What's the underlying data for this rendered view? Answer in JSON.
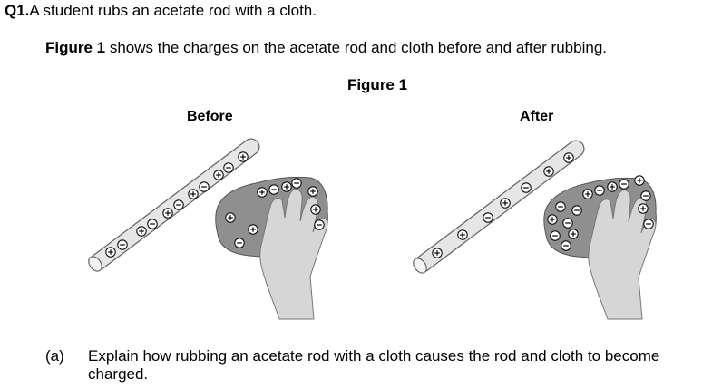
{
  "question": {
    "number": "Q1.",
    "text": "A student rubs an acetate rod with a cloth."
  },
  "intro": {
    "figure_ref": "Figure 1",
    "text": " shows the charges on the acetate rod and cloth before and after rubbing."
  },
  "figure": {
    "title": "Figure 1",
    "before_label": "Before",
    "after_label": "After",
    "charge_symbols": {
      "positive": "+",
      "negative": "−"
    }
  },
  "part_a": {
    "label": "(a)",
    "text": "Explain how rubbing an acetate rod with a cloth causes the rod and cloth to become charged."
  },
  "colors": {
    "rod": "#e6e6e6",
    "cloth": "#8f8f8f",
    "hand": "#d4d4d4",
    "outline": "#666666"
  }
}
